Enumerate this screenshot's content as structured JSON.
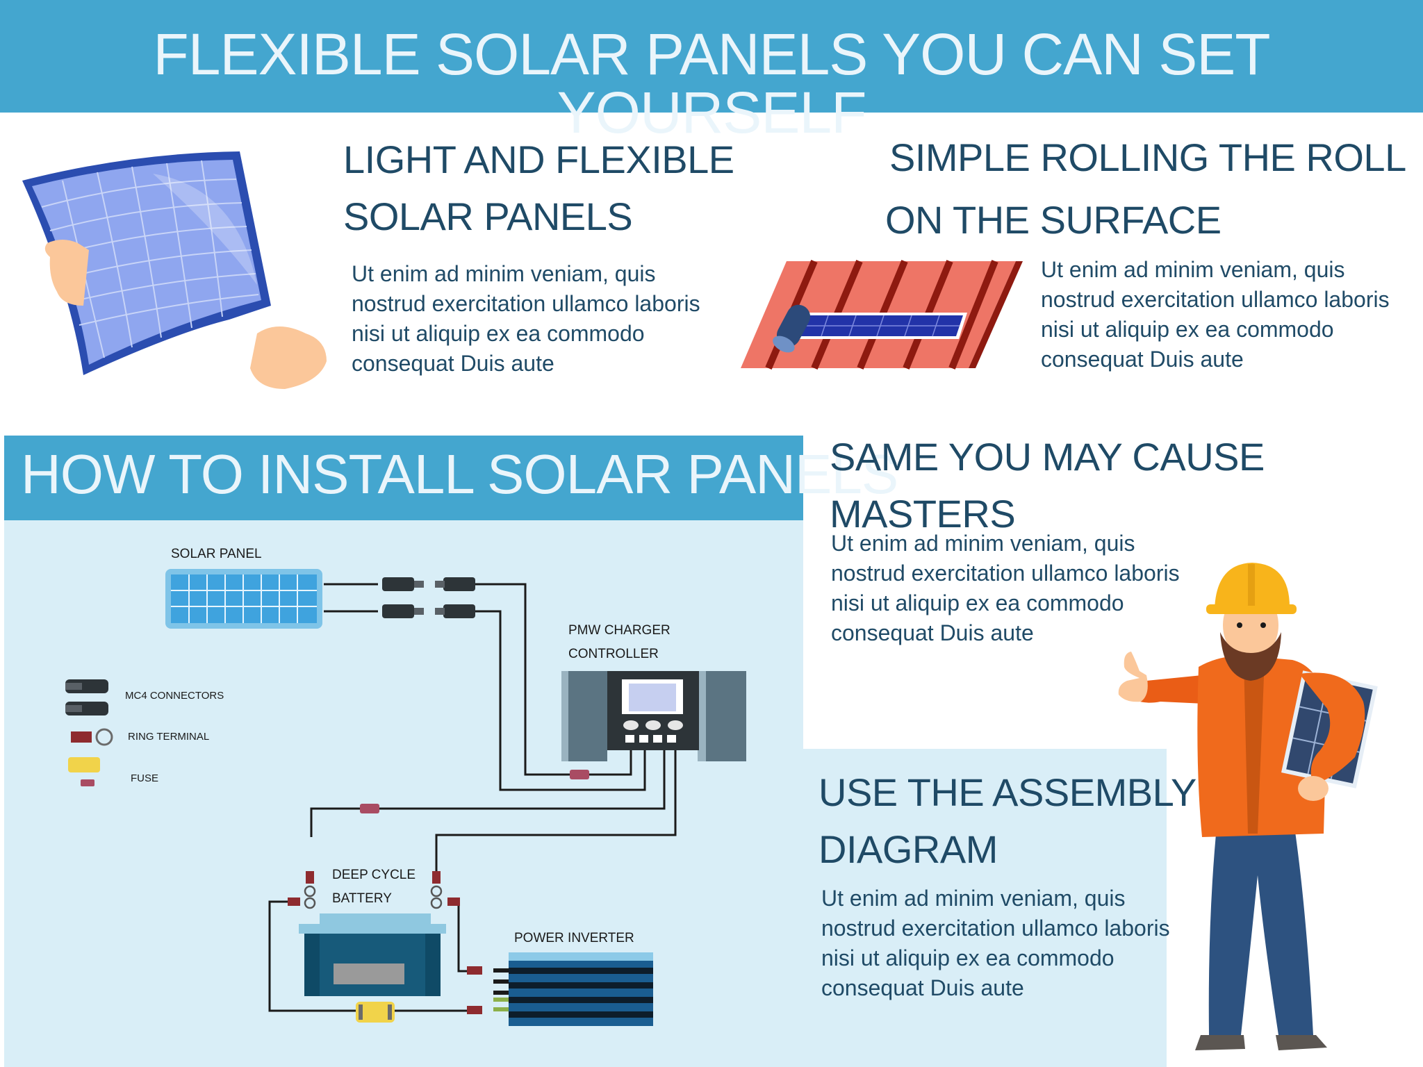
{
  "header": {
    "title": "FLEXIBLE SOLAR PANELS YOU CAN SET YOURSELF"
  },
  "sections": {
    "light": {
      "title_line1": "LIGHT AND FLEXIBLE",
      "title_line2": "SOLAR PANELS",
      "body": "Ut enim ad minim veniam, quis nostrud exercitation ullamco laboris nisi ut aliquip ex ea commodo consequat  Duis aute"
    },
    "rolling": {
      "title_line1": "SIMPLE ROLLING THE ROLL",
      "title_line2": "ON THE SURFACE",
      "body": "Ut enim ad minim veniam, quis nostrud exercitation ullamco laboris nisi ut aliquip ex ea commodo consequat  Duis aute"
    },
    "install": {
      "title": "HOW TO INSTALL  SOLAR PANELS"
    },
    "masters": {
      "title": "SAME YOU MAY CAUSE MASTERS",
      "body": "Ut enim ad minim veniam, quis nostrud exercitation ullamco laboris nisi ut aliquip ex ea commodo consequat  Duis aute"
    },
    "assembly": {
      "title_line1": "USE THE ASSEMBLY",
      "title_line2": "DIAGRAM",
      "body": "Ut enim ad minim veniam, quis nostrud exercitation ullamco laboris nisi ut aliquip ex ea commodo consequat  Duis aute"
    }
  },
  "diagram": {
    "solar_panel": "SOLAR PANEL",
    "charger_line1": "PMW CHARGER",
    "charger_line2": "CONTROLLER",
    "battery_line1": "DEEP CYCLE",
    "battery_line2": "BATTERY",
    "inverter": "POWER INVERTER",
    "legend": {
      "mc4": "MC4 CONNECTORS",
      "ring": "RING TERMINAL",
      "fuse": "FUSE"
    }
  },
  "colors": {
    "banner": "#44a6cf",
    "light_panel": "#d9eef7",
    "heading_text": "#1f4a66",
    "panel_blue": "#3d7de0",
    "roof_red": "#ee7566",
    "vest_orange": "#f06a1c",
    "helmet_yellow": "#f8b41b"
  }
}
